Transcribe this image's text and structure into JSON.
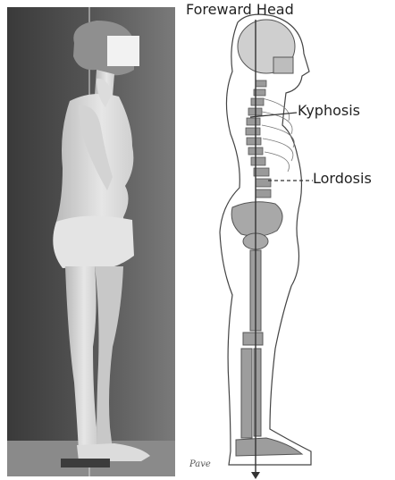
{
  "labels": {
    "forward_head": "Foreward Head",
    "kyphosis": "Kyphosis",
    "lordosis": "Lordosis"
  },
  "signature": "Pave"
}
